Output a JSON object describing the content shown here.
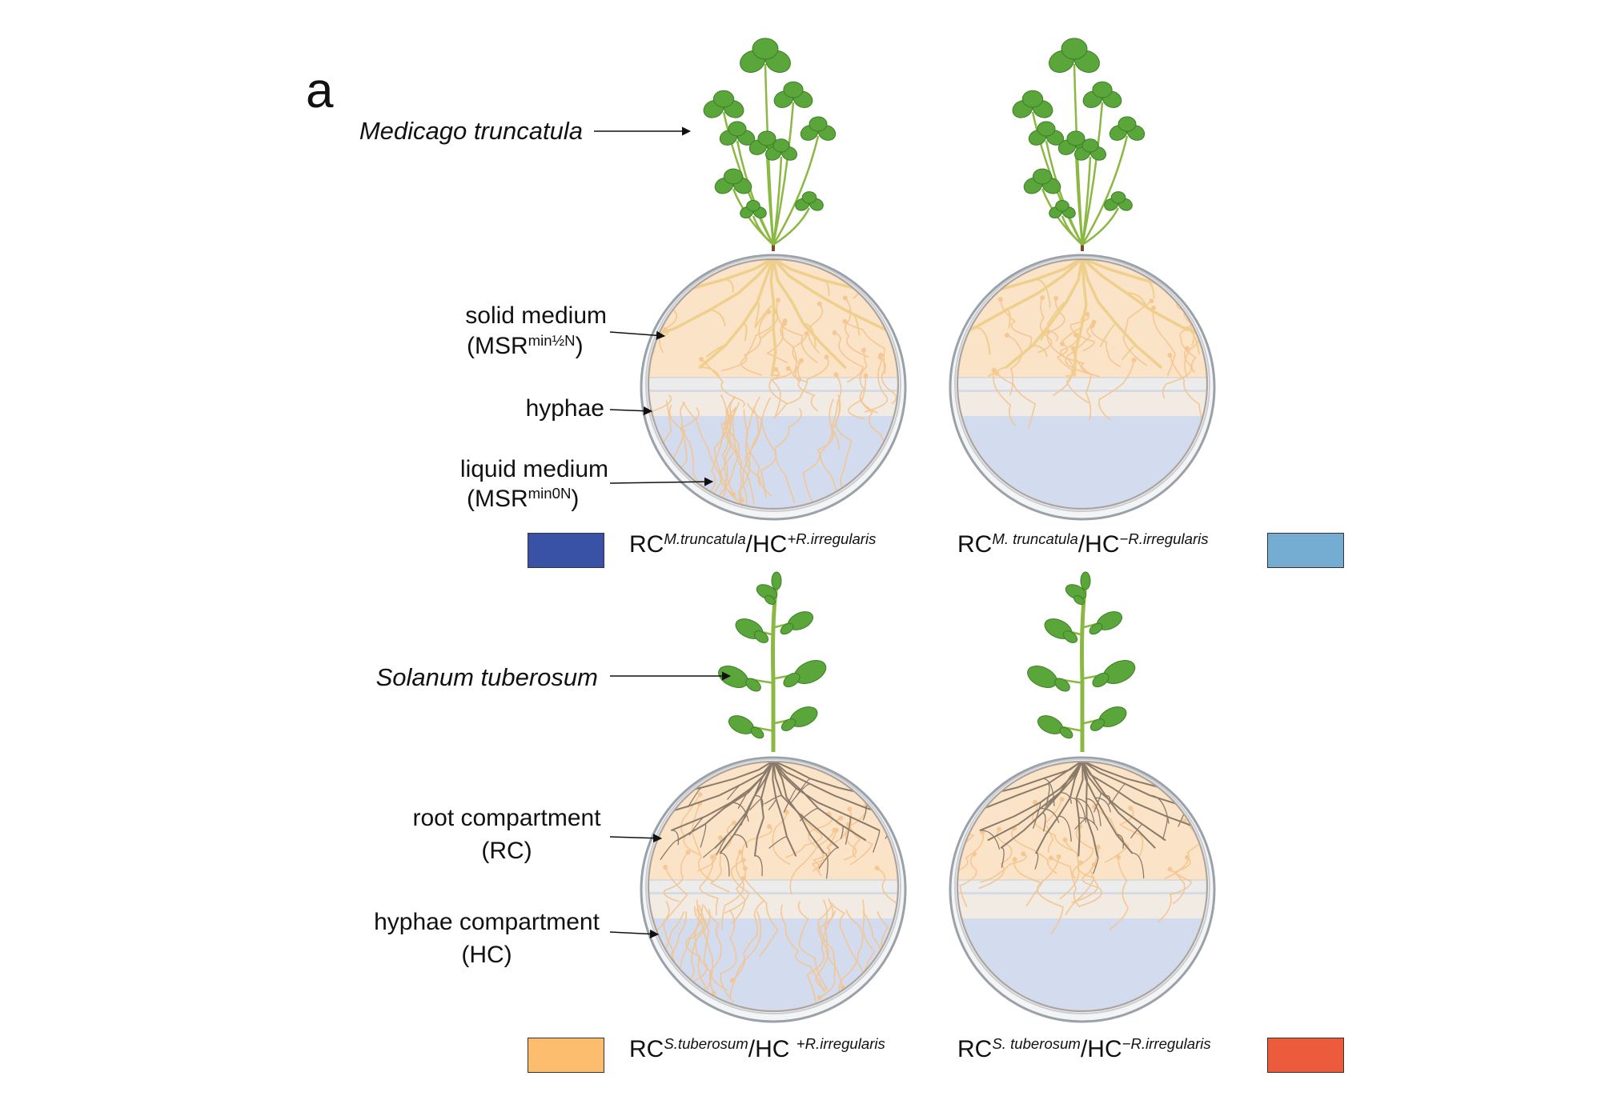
{
  "panel_letter": "a",
  "labels": {
    "medicago": "Medicago truncatula",
    "solanum": "Solanum tuberosum",
    "solid_medium": "solid medium",
    "solid_medium_formula": "MSR",
    "solid_medium_sup": "min½N",
    "hyphae": "hyphae",
    "liquid_medium": "liquid medium",
    "liquid_medium_formula": "MSR",
    "liquid_medium_sup": "min0N",
    "root_compartment": "root compartment",
    "rc_abbrev": "(RC)",
    "hyphae_compartment": "hyphae compartment",
    "hc_abbrev": "(HC)"
  },
  "legend": [
    {
      "rc": "RC",
      "rc_sup": "M.truncatula",
      "hc": "/HC",
      "hc_sup": "+R.irregularis",
      "color": "#3a52a5"
    },
    {
      "rc": "RC",
      "rc_sup": "M. truncatula",
      "hc": "/HC",
      "hc_sup": "−R.irregularis",
      "color": "#75acd2"
    },
    {
      "rc": "RC",
      "rc_sup": "S.tuberosum",
      "hc": "/HC ",
      "hc_sup": "+R.irregularis",
      "color": "#fcbd6e"
    },
    {
      "rc": "RC",
      "rc_sup": "S. tuberosum",
      "hc": "/HC",
      "hc_sup": "−R.irregularis",
      "color": "#ec5c3c"
    }
  ],
  "colors": {
    "solid_medium": "#fbe3c8",
    "liquid_medium": "#d3dcef",
    "divider": "#ececec",
    "plate_rim": "#9aa1a8",
    "roots_medicago": "#efcf8c",
    "roots_solanum": "#8a7a6a",
    "hyphae": "#f4c48c",
    "leaf": "#5aa63a",
    "stem": "#8bb843"
  }
}
